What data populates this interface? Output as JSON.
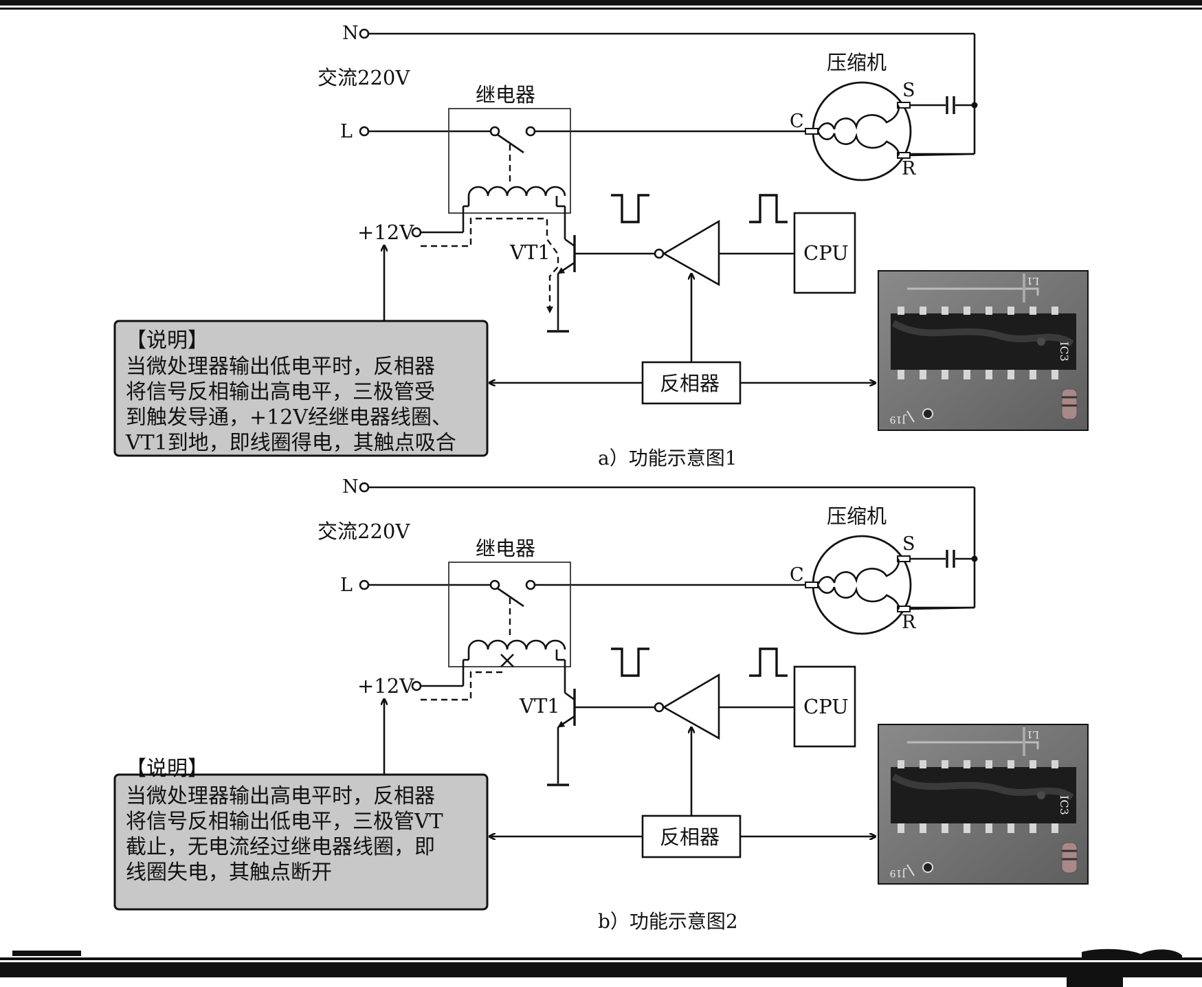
{
  "panels": [
    {
      "n_label": "N",
      "ac_label": "交流220V",
      "relay_label": "继电器",
      "l_label": "L",
      "v12_label": "+12V",
      "vt_label": "VT1",
      "cpu_label": "CPU",
      "compressor_label": "压缩机",
      "c_label": "C",
      "s_label": "S",
      "r_label": "R",
      "inverter_label": "反相器",
      "chip_text_top": "L1",
      "chip_text_side": "IC3",
      "chip_text_bottom": "J19",
      "note_title": "【说明】",
      "note_lines": [
        "当微处理器输出低电平时，反相器",
        "将信号反相输出高电平，三极管受",
        "到触发导通，+12V经继电器线圈、",
        "VT1到地，即线圈得电，其触点吸合"
      ],
      "caption": "a）功能示意图1"
    },
    {
      "n_label": "N",
      "ac_label": "交流220V",
      "relay_label": "继电器",
      "l_label": "L",
      "v12_label": "+12V",
      "vt_label": "VT1",
      "cpu_label": "CPU",
      "compressor_label": "压缩机",
      "c_label": "C",
      "s_label": "S",
      "r_label": "R",
      "inverter_label": "反相器",
      "chip_text_top": "L1",
      "chip_text_side": "IC3",
      "chip_text_bottom": "J19",
      "note_title": "【说明】",
      "note_lines": [
        "当微处理器输出高电平时，反相器",
        "将信号反相输出低电平，三极管VT",
        "截止，无电流经过继电器线圈，即",
        "线圈失电，其触点断开"
      ],
      "caption": "b）功能示意图2"
    }
  ]
}
